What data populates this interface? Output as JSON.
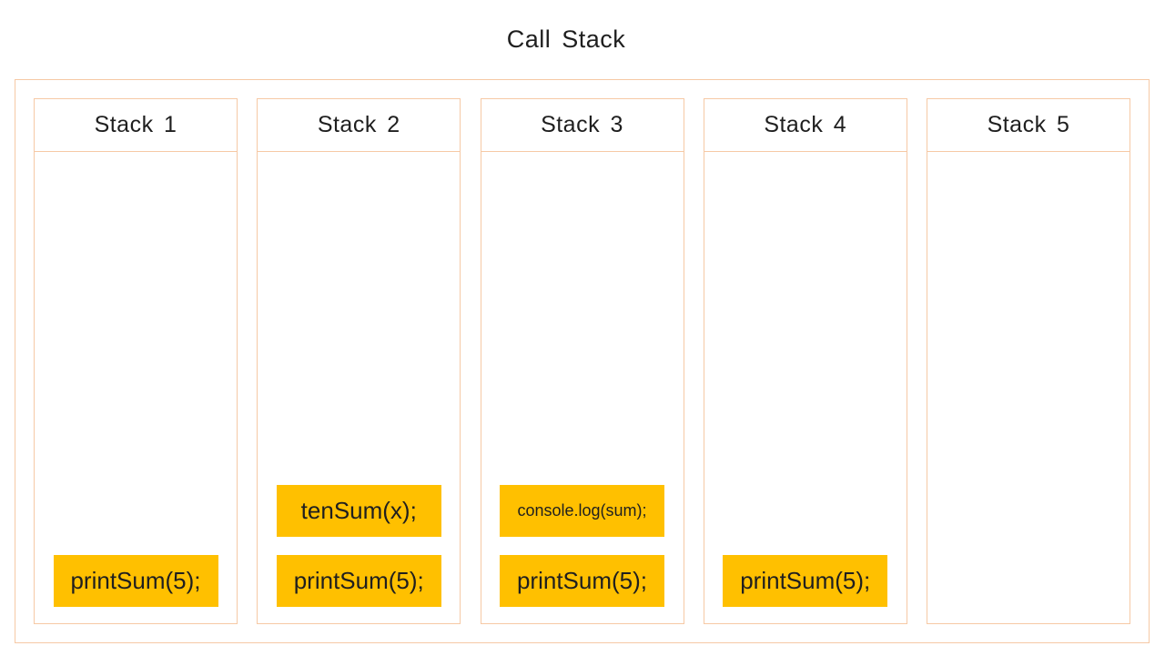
{
  "title": "Call Stack",
  "colors": {
    "border": "#F6C9A5",
    "frame_fill": "#FFC000",
    "text": "#1F1F1F"
  },
  "stacks": [
    {
      "label": "Stack 1",
      "frames": [
        {
          "text": "printSum(5);"
        }
      ]
    },
    {
      "label": "Stack 2",
      "frames": [
        {
          "text": "tenSum(x);"
        },
        {
          "text": "printSum(5);"
        }
      ]
    },
    {
      "label": "Stack 3",
      "frames": [
        {
          "text": "console.log(sum);"
        },
        {
          "text": "printSum(5);"
        }
      ]
    },
    {
      "label": "Stack 4",
      "frames": [
        {
          "text": "printSum(5);"
        }
      ]
    },
    {
      "label": "Stack 5",
      "frames": []
    }
  ]
}
